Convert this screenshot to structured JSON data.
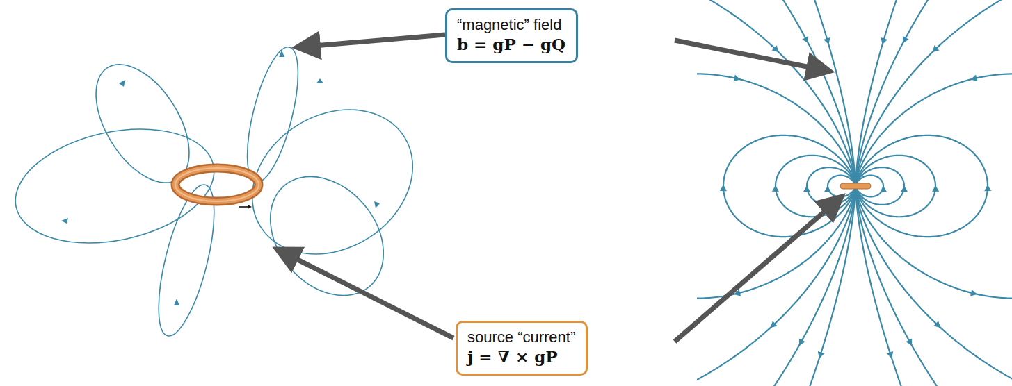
{
  "diagram": {
    "nodes": [
      {
        "text": [
          "“magnetic” field",
          "b = gP − gQ"
        ]
      },
      {
        "text": [
          "source “current”",
          "j = ∇ × gP"
        ]
      }
    ]
  }
}
